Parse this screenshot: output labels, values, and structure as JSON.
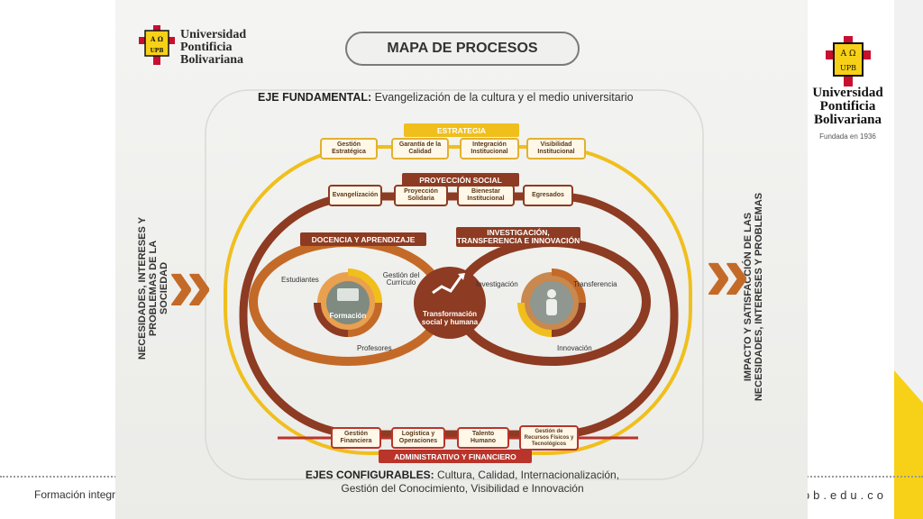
{
  "slide": {
    "footer_left": "Formación integr",
    "footer_right": "pb.edu.co",
    "brand_name": "Universidad Pontificia Bolivariana",
    "brand_tagline": "Fundada en 1936",
    "colors": {
      "accent_yellow": "#f7d117",
      "brown": "#8d3b22",
      "orange": "#c46a28",
      "red": "#b9342a"
    }
  },
  "diagram": {
    "logo_text": "Universidad Pontificia Bolivariana",
    "logo_badge": "A Ω UPB",
    "title": "MAPA DE PROCESOS",
    "eje_fundamental_label": "EJE FUNDAMENTAL:",
    "eje_fundamental_text": "Evangelización de la cultura y el medio universitario",
    "left_side": "NECESIDADES, INTERESES Y PROBLEMAS DE LA SOCIEDAD",
    "right_side": "IMPACTO Y SATISFACCIÓN DE LAS NECESIDADES, INTERESES Y PROBLEMAS",
    "estrategia": {
      "header": "ESTRATEGIA",
      "items": [
        "Gestión Estratégica",
        "Garantía de la Calidad",
        "Integración Institucional",
        "Visibilidad Institucional"
      ]
    },
    "proyeccion": {
      "header": "PROYECCIÓN SOCIAL",
      "items": [
        "Evangelización",
        "Proyección Solidaria",
        "Bienestar Institucional",
        "Egresados"
      ]
    },
    "docencia": {
      "header": "DOCENCIA Y APRENDIZAJE",
      "center": "Formación",
      "labels": [
        "Estudiantes",
        "Gestión del Currículo",
        "Profesores"
      ]
    },
    "investigacion": {
      "header": "INVESTIGACIÓN, TRANSFERENCIA E INNOVACIÓN",
      "labels": [
        "Investigación",
        "Transferencia",
        "Innovación"
      ]
    },
    "center": "Transformación social y humana",
    "administrativo": {
      "header": "ADMINISTRATIVO Y FINANCIERO",
      "items": [
        "Gestión Financiera",
        "Logística y Operaciones",
        "Talento Humano",
        "Gestión de Recursos Físicos y Tecnológicos"
      ]
    },
    "ejes_configurables_label": "EJES CONFIGURABLES:",
    "ejes_configurables_text": "Cultura, Calidad, Internacionalización, Gestión del Conocimiento, Visibilidad e Innovación"
  }
}
